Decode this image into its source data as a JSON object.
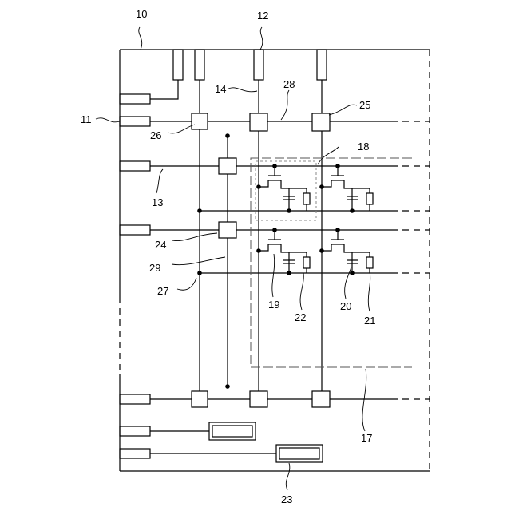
{
  "labels": {
    "l10": "10",
    "l11": "11",
    "l12": "12",
    "l13": "13",
    "l14": "14",
    "l17": "17",
    "l18": "18",
    "l19": "19",
    "l20": "20",
    "l21": "21",
    "l22": "22",
    "l23": "23",
    "l24": "24",
    "l25": "25",
    "l26": "26",
    "l27": "27",
    "l28": "28",
    "l29": "29"
  }
}
